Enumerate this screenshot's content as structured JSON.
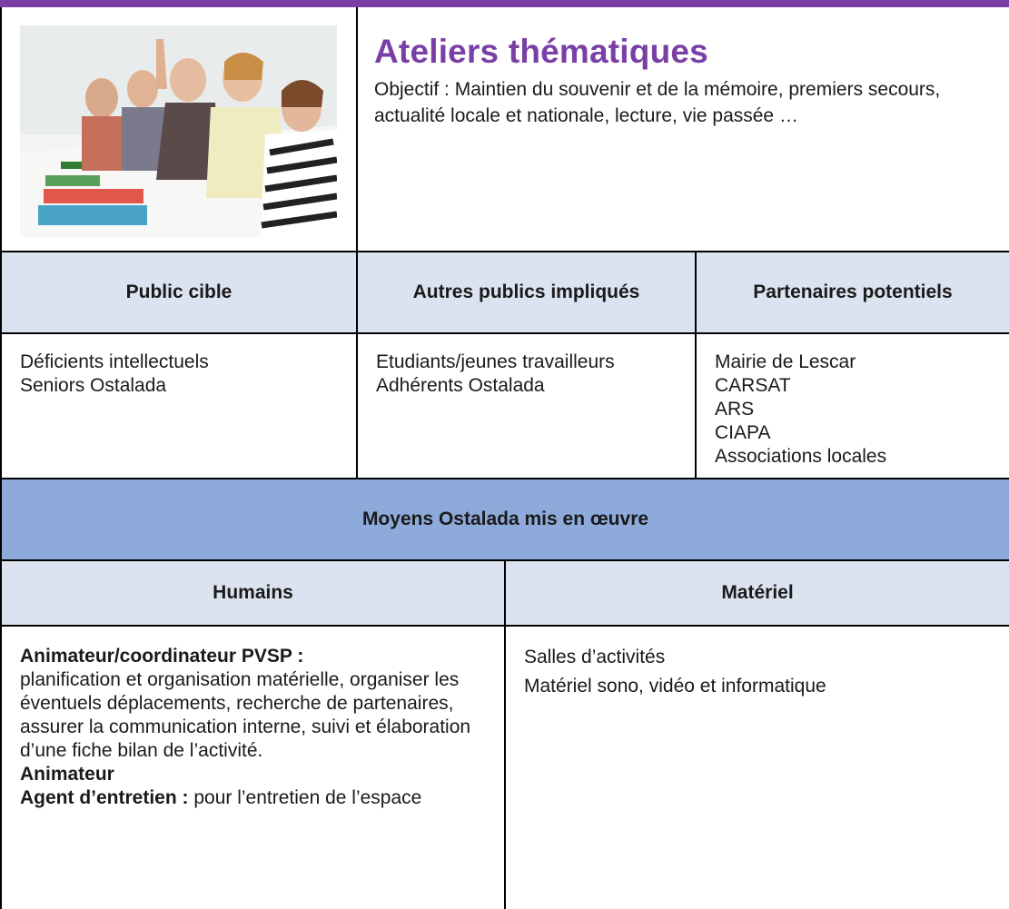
{
  "header": {
    "title": "Ateliers thématiques",
    "objective": "Objectif : Maintien du souvenir et de la mémoire, premiers secours, actualité locale et nationale, lecture, vie passée …",
    "photo_label": "seniors-classroom-photo"
  },
  "columns": {
    "public_cible": "Public cible",
    "autres_publics": "Autres publics impliqués",
    "partenaires": "Partenaires potentiels"
  },
  "public_cible": [
    "Déficients intellectuels",
    "Seniors Ostalada"
  ],
  "autres_publics": [
    "Etudiants/jeunes travailleurs",
    "Adhérents Ostalada"
  ],
  "partenaires": [
    "Mairie de Lescar",
    "CARSAT",
    "ARS",
    "CIAPA",
    "Associations locales"
  ],
  "moyens": {
    "title": "Moyens Ostalada mis en œuvre",
    "humains_label": "Humains",
    "materiel_label": "Matériel"
  },
  "humains": {
    "coordinator_title": "Animateur/coordinateur PVSP :",
    "coordinator_text": "planification et organisation matérielle, organiser les éventuels déplacements, recherche de partenaires, assurer la communication interne, suivi et élaboration d’une fiche bilan de l’activité.",
    "animateur": "Animateur",
    "agent_title": "Agent d’entretien :",
    "agent_text": " pour l’entretien de l’espace"
  },
  "materiel": [
    "Salles d’activités",
    "Matériel sono, vidéo et informatique"
  ],
  "colors": {
    "accent": "#7a3fa6",
    "header_light": "#dbe3f0",
    "header_medium": "#8eaadb"
  }
}
